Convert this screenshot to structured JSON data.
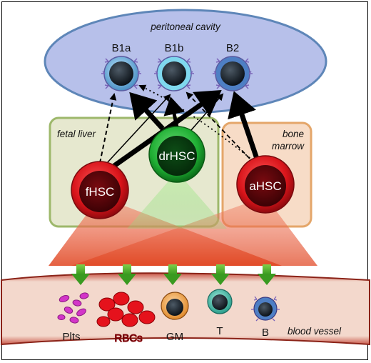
{
  "regions": {
    "peritoneal_cavity": "peritoneal cavity",
    "fetal_liver": "fetal liver",
    "bone_marrow_line1": "bone",
    "bone_marrow_line2": "marrow",
    "blood_vessel": "blood vessel"
  },
  "peritoneal_cells": [
    "B1a",
    "B1b",
    "B2"
  ],
  "stem_cells": {
    "fetal": "fHSC",
    "developmentally_restricted": "drHSC",
    "adult": "aHSC"
  },
  "blood_cells": [
    "Plts",
    "RBCs",
    "GM",
    "T",
    "B"
  ],
  "colors": {
    "peritoneal_fill": "#b7c0ea",
    "peritoneal_border": "#5e86b8",
    "fetal_liver_fill": "#e6e8cf",
    "fetal_liver_border": "#9db86b",
    "bone_marrow_fill": "#f7dcc7",
    "bone_marrow_border": "#e4a66a",
    "hsc_red": "#d8141a",
    "hsc_green": "#1fae33",
    "vessel_fill": "#f3d8cc",
    "vessel_border": "#8b2318"
  }
}
